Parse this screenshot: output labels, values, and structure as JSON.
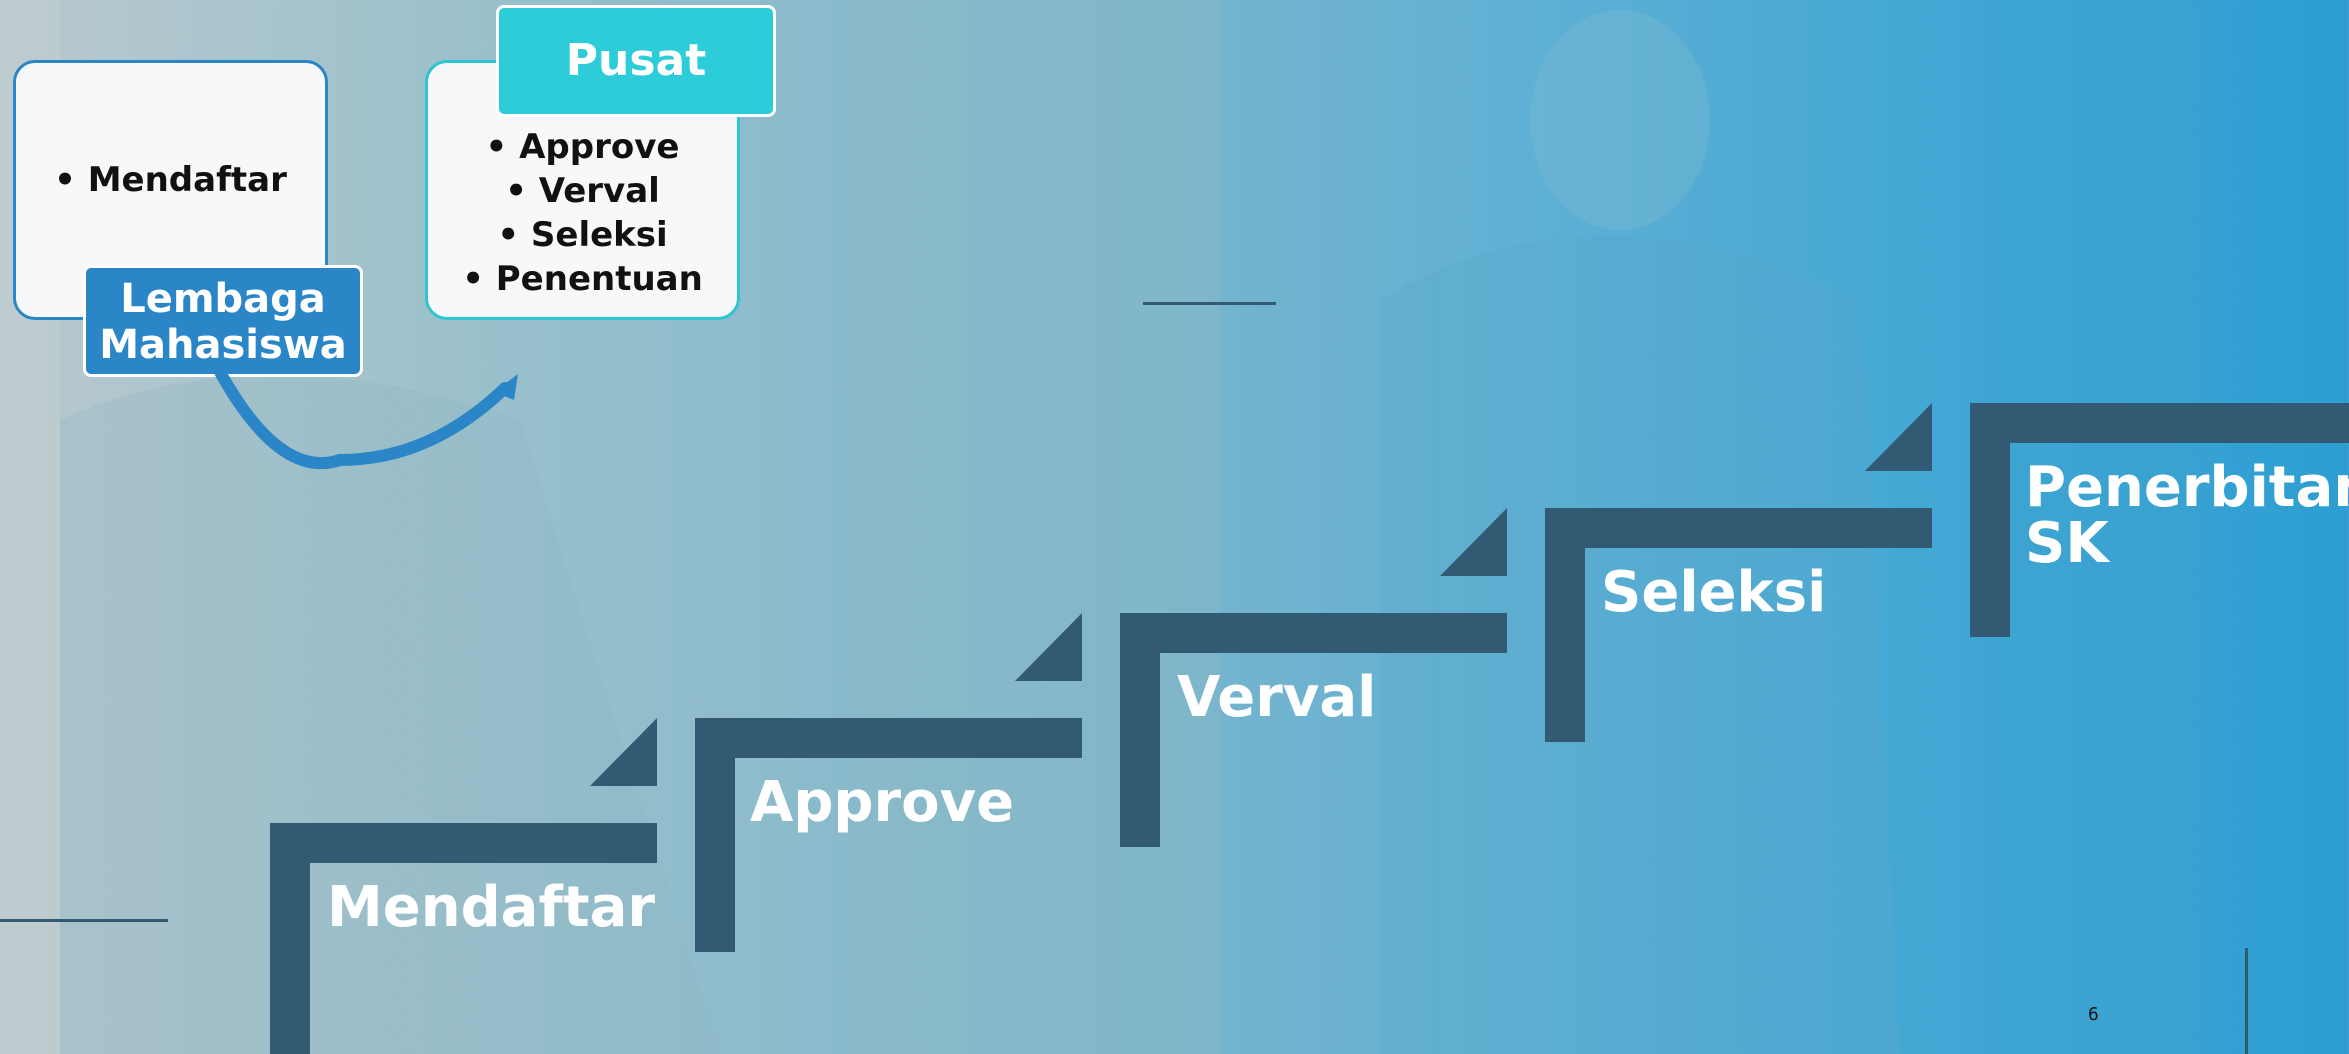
{
  "left_card": {
    "bullets": [
      "• Mendaftar"
    ],
    "tag": "Lembaga Mahasiswa"
  },
  "right_card": {
    "tag": "Pusat",
    "bullets": [
      "• Approve",
      "• Verval",
      "• Seleksi",
      "• Penentuan"
    ]
  },
  "steps": [
    {
      "label": "Mendaftar"
    },
    {
      "label": "Approve"
    },
    {
      "label": "Verval"
    },
    {
      "label": "Seleksi"
    },
    {
      "label": "Penerbitan SK"
    }
  ],
  "page_number": "6",
  "colors": {
    "step_dark": "#335a73",
    "card_blue": "#2b86c8",
    "card_teal": "#2ccdd8"
  }
}
